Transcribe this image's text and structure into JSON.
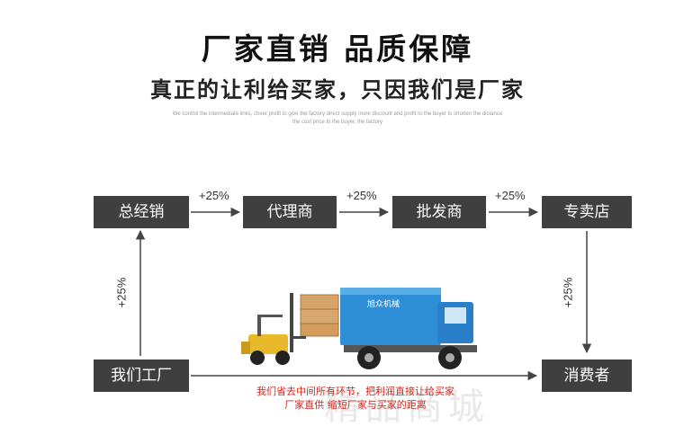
{
  "title": "厂家直销  品质保障",
  "subtitle": "真正的让利给买家，只因我们是厂家",
  "fine_print": [
    "We control the intermediate links, cheer profit to give the factory direct supply more discount and profit to the buyer to shorten the distance",
    "the cost price to the buyer, the factory"
  ],
  "nodes": {
    "general_distributor": "总经销",
    "agent": "代理商",
    "wholesaler": "批发商",
    "specialty_store": "专卖店",
    "factory": "我们工厂",
    "consumer": "消费者"
  },
  "markups": {
    "gd_to_agent": "+25%",
    "agent_to_wholesaler": "+25%",
    "wholesaler_to_store": "+25%",
    "factory_to_gd": "+25%",
    "store_to_consumer": "+25%"
  },
  "bottom_text": {
    "line1": "我们省去中间所有环节，把利润直接让给买家",
    "line2": "厂家直供 缩短厂家与买家的距离"
  },
  "truck_logo": "旭众机械",
  "watermark": "精品商城",
  "colors": {
    "box": "#3f3f3f",
    "arrow": "#444444",
    "truck_body": "#2f8fd6",
    "forklift": "#e8b92a",
    "bottom_text": "#d2261b"
  }
}
